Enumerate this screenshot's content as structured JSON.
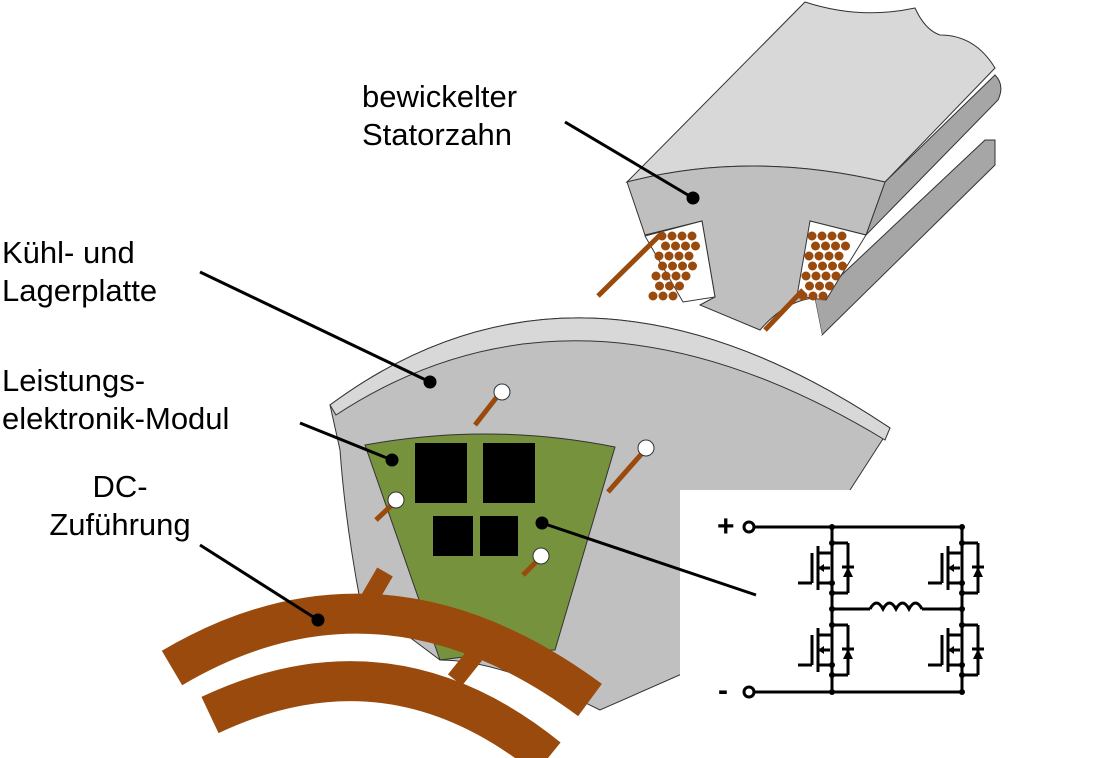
{
  "labels": {
    "stator_tooth": [
      "bewickelter",
      "Statorzahn"
    ],
    "cooling_plate": [
      "Kühl- und",
      "Lagerplatte"
    ],
    "power_module": [
      "Leistungs-",
      "elektronik-Modul"
    ],
    "dc_supply": [
      "DC-",
      "Zuführung"
    ]
  },
  "circuit": {
    "plus": "+",
    "minus": "-"
  },
  "colors": {
    "copper": "#9a4a0c",
    "module": "#76923c",
    "steel": "#c0c0c0",
    "steel_light": "#d8d8d8",
    "steel_dark": "#a6a6a6"
  }
}
